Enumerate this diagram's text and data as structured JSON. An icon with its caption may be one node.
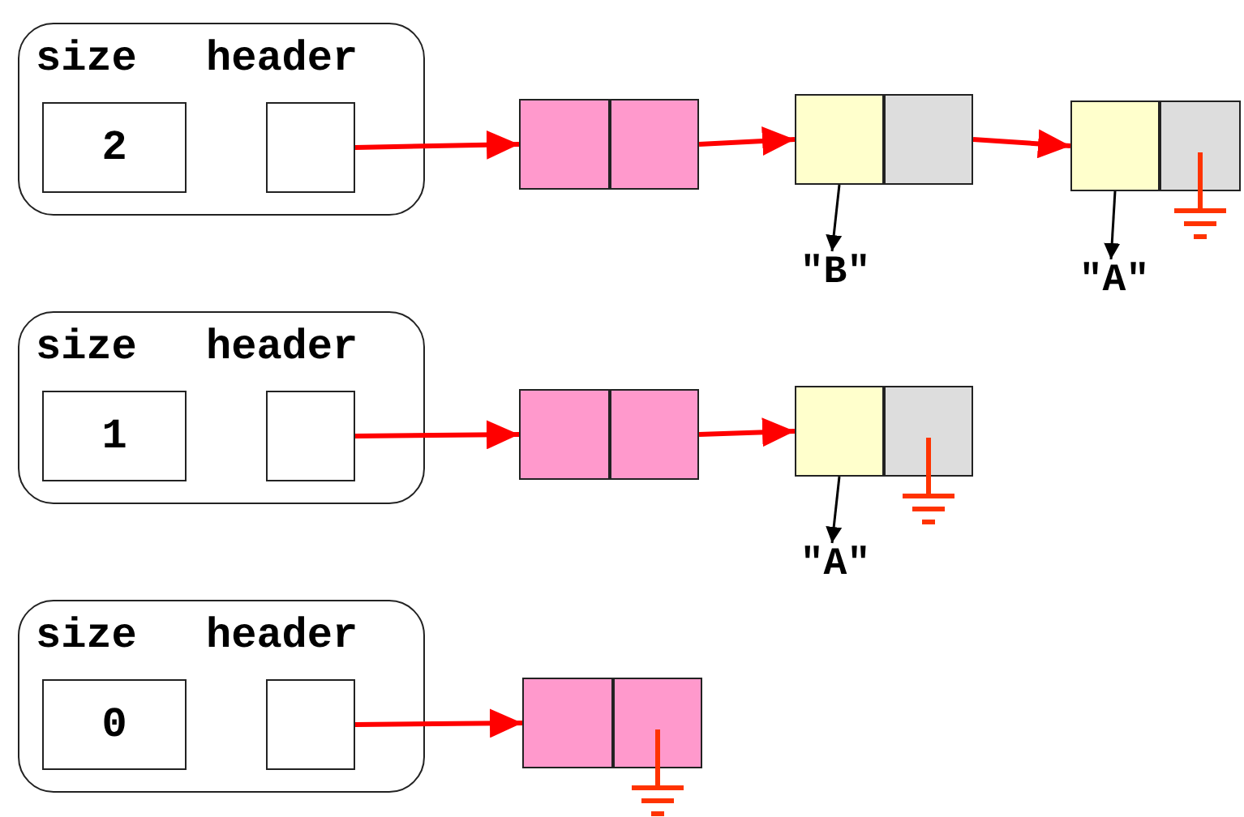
{
  "diagram": {
    "nodes": [
      {
        "text": [
          "size",
          "header"
        ]
      },
      {
        "text": [
          "2"
        ],
        "in": 0
      },
      {
        "text": [],
        "shape": "box",
        "in": 0
      },
      {
        "text": [],
        "shape": "box"
      },
      {
        "text": [],
        "shape": "box"
      },
      {
        "text": [],
        "shape": "box"
      },
      {
        "text": [],
        "shape": "box"
      },
      {
        "text": [
          "\"B\""
        ]
      },
      {
        "text": [],
        "shape": "box"
      },
      {
        "text": [],
        "shape": "box"
      },
      {
        "text": [
          "\"A\""
        ]
      },
      {
        "text": [
          "size",
          "header"
        ]
      },
      {
        "text": [
          "1"
        ],
        "in": 11
      },
      {
        "text": [],
        "shape": "box",
        "in": 11
      },
      {
        "text": [],
        "shape": "box"
      },
      {
        "text": [],
        "shape": "box"
      },
      {
        "text": [],
        "shape": "box"
      },
      {
        "text": [],
        "shape": "box"
      },
      {
        "text": [
          "\"A\""
        ]
      },
      {
        "text": [
          "size",
          "header"
        ]
      },
      {
        "text": [
          "0"
        ],
        "in": 19
      },
      {
        "text": [],
        "shape": "box",
        "in": 19
      },
      {
        "text": [],
        "shape": "box"
      },
      {
        "text": [],
        "shape": "box"
      }
    ],
    "edges": [
      {
        "from": 2,
        "to": 3,
        "arrow": "to"
      },
      {
        "from": 4,
        "to": 5,
        "arrow": "to"
      },
      {
        "from": 5,
        "to": 7,
        "arrow": "to",
        "color": "#000000"
      },
      {
        "from": 6,
        "to": 8,
        "arrow": "to"
      },
      {
        "from": 8,
        "to": 10,
        "arrow": "to",
        "color": "#000000"
      },
      {
        "from": 13,
        "to": 14,
        "arrow": "to"
      },
      {
        "from": 15,
        "to": 16,
        "arrow": "to"
      },
      {
        "from": 16,
        "to": 18,
        "arrow": "to",
        "color": "#000000"
      },
      {
        "from": 21,
        "to": 22,
        "arrow": "to"
      }
    ]
  }
}
